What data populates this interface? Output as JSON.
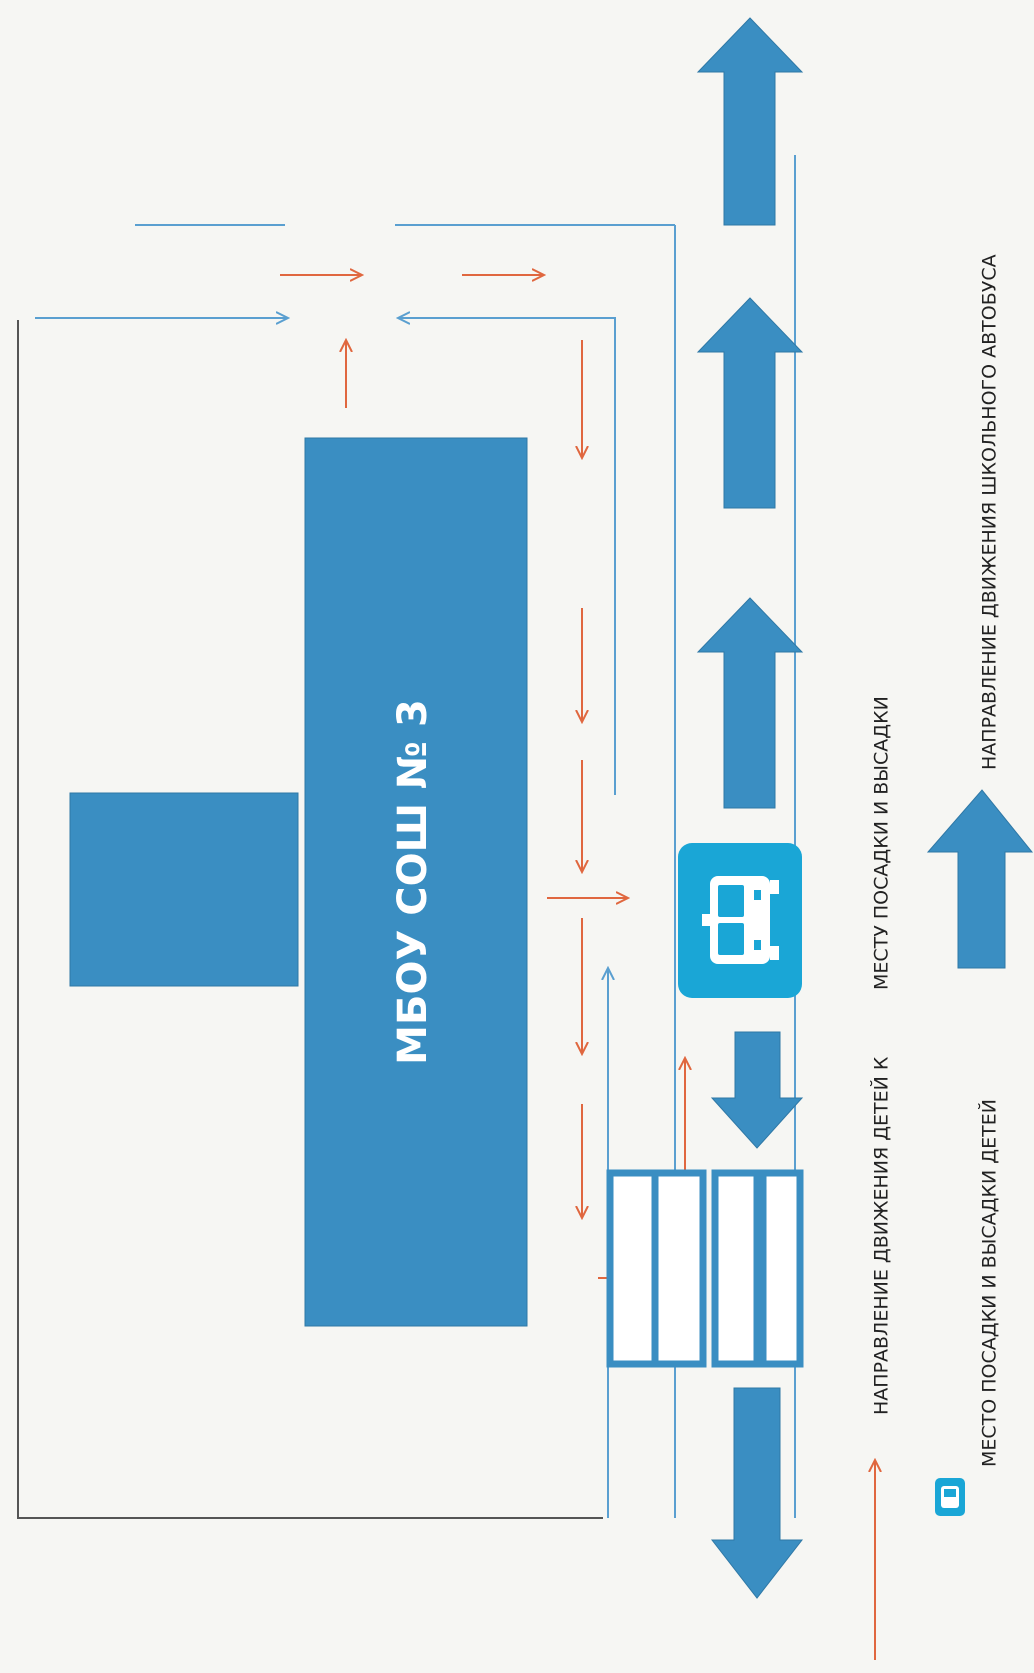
{
  "building_label": "МБОУ СОШ № 3",
  "legend": {
    "stop_label": "МЕСТО ПОСАДКИ И ВЫСАДКИ ДЕТЕЙ",
    "children_direction_label_line1": "НАПРАВЛЕНИЕ ДВИЖЕНИЯ ДЕТЕЙ К",
    "children_direction_label_line2": "МЕСТУ ПОСАДКИ И ВЫСАДКИ",
    "bus_direction_label": "НАПРАВЛЕНИЕ ДВИЖЕНИЯ ШКОЛЬНОГО АВТОБУСА"
  },
  "colors": {
    "building": "#3a8ec2",
    "road_arrow": "#3a8ec2",
    "bus_sign": "#1aa6d6",
    "children_arrow": "#e0673f",
    "path_line": "#5a9fd0",
    "fence": "#5a5a5a"
  },
  "icons": [
    "bus-stop-icon",
    "bus-direction-arrow-icon",
    "children-direction-arrow-icon"
  ]
}
